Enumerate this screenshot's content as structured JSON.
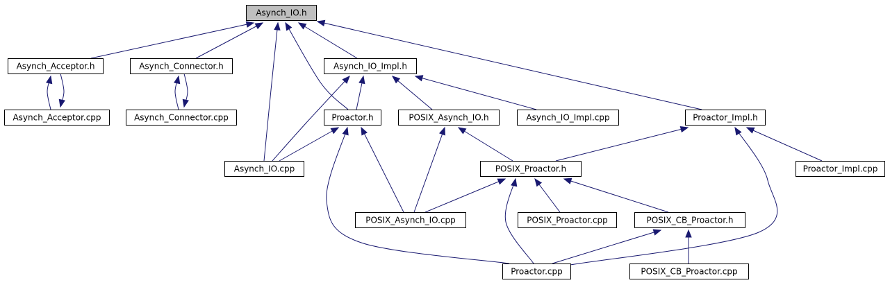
{
  "diagram": {
    "nodes": [
      {
        "id": "asynch_io_h",
        "label": "Asynch_IO.h",
        "root": true
      },
      {
        "id": "asynch_acceptor_h",
        "label": "Asynch_Acceptor.h"
      },
      {
        "id": "asynch_connector_h",
        "label": "Asynch_Connector.h"
      },
      {
        "id": "asynch_io_impl_h",
        "label": "Asynch_IO_Impl.h"
      },
      {
        "id": "asynch_acceptor_cpp",
        "label": "Asynch_Acceptor.cpp"
      },
      {
        "id": "asynch_connector_cpp",
        "label": "Asynch_Connector.cpp"
      },
      {
        "id": "proactor_h",
        "label": "Proactor.h"
      },
      {
        "id": "posix_asynch_io_h",
        "label": "POSIX_Asynch_IO.h"
      },
      {
        "id": "asynch_io_impl_cpp",
        "label": "Asynch_IO_Impl.cpp"
      },
      {
        "id": "proactor_impl_h",
        "label": "Proactor_Impl.h"
      },
      {
        "id": "asynch_io_cpp",
        "label": "Asynch_IO.cpp"
      },
      {
        "id": "posix_proactor_h",
        "label": "POSIX_Proactor.h"
      },
      {
        "id": "proactor_impl_cpp",
        "label": "Proactor_Impl.cpp"
      },
      {
        "id": "posix_asynch_io_cpp",
        "label": "POSIX_Asynch_IO.cpp"
      },
      {
        "id": "posix_proactor_cpp",
        "label": "POSIX_Proactor.cpp"
      },
      {
        "id": "posix_cb_proactor_h",
        "label": "POSIX_CB_Proactor.h"
      },
      {
        "id": "proactor_cpp",
        "label": "Proactor.cpp"
      },
      {
        "id": "posix_cb_proactor_cpp",
        "label": "POSIX_CB_Proactor.cpp"
      }
    ],
    "edges": [
      {
        "from": "asynch_acceptor_h",
        "to": "asynch_io_h"
      },
      {
        "from": "asynch_connector_h",
        "to": "asynch_io_h"
      },
      {
        "from": "asynch_io_impl_h",
        "to": "asynch_io_h"
      },
      {
        "from": "proactor_h",
        "to": "asynch_io_h"
      },
      {
        "from": "asynch_io_cpp",
        "to": "asynch_io_h"
      },
      {
        "from": "proactor_impl_h",
        "to": "asynch_io_h"
      },
      {
        "from": "asynch_acceptor_cpp",
        "to": "asynch_acceptor_h"
      },
      {
        "from": "asynch_acceptor_h",
        "to": "asynch_acceptor_cpp"
      },
      {
        "from": "asynch_connector_cpp",
        "to": "asynch_connector_h"
      },
      {
        "from": "asynch_connector_h",
        "to": "asynch_connector_cpp"
      },
      {
        "from": "proactor_h",
        "to": "asynch_io_impl_h"
      },
      {
        "from": "asynch_io_cpp",
        "to": "asynch_io_impl_h"
      },
      {
        "from": "posix_asynch_io_h",
        "to": "asynch_io_impl_h"
      },
      {
        "from": "asynch_io_impl_cpp",
        "to": "asynch_io_impl_h"
      },
      {
        "from": "asynch_io_cpp",
        "to": "proactor_h"
      },
      {
        "from": "posix_asynch_io_cpp",
        "to": "proactor_h"
      },
      {
        "from": "proactor_cpp",
        "to": "proactor_h"
      },
      {
        "from": "posix_asynch_io_cpp",
        "to": "posix_asynch_io_h"
      },
      {
        "from": "posix_proactor_h",
        "to": "posix_asynch_io_h"
      },
      {
        "from": "posix_proactor_h",
        "to": "proactor_impl_h"
      },
      {
        "from": "proactor_impl_cpp",
        "to": "proactor_impl_h"
      },
      {
        "from": "proactor_cpp",
        "to": "proactor_impl_h"
      },
      {
        "from": "posix_asynch_io_cpp",
        "to": "posix_proactor_h"
      },
      {
        "from": "posix_proactor_cpp",
        "to": "posix_proactor_h"
      },
      {
        "from": "posix_cb_proactor_h",
        "to": "posix_proactor_h"
      },
      {
        "from": "proactor_cpp",
        "to": "posix_proactor_h"
      },
      {
        "from": "proactor_cpp",
        "to": "posix_cb_proactor_h"
      },
      {
        "from": "posix_cb_proactor_cpp",
        "to": "posix_cb_proactor_h"
      }
    ]
  }
}
